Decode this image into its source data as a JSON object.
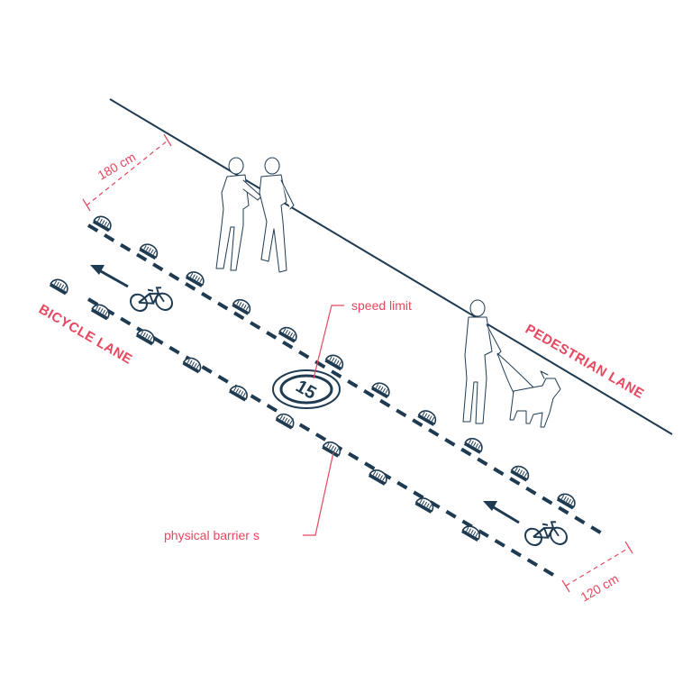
{
  "labels": {
    "speed_limit": "speed limit",
    "physical_barriers": "physical barrier s",
    "bicycle_lane": "BICYCLE LANE",
    "pedestrian_lane": "PEDESTRIAN LANE",
    "pedestrian_width": "180 cm",
    "bicycle_width": "120 cm",
    "speed_value": "15"
  },
  "colors": {
    "line": "#1f3b52",
    "accent": "#e8475f",
    "background": "#ffffff"
  },
  "icons": [
    "bicycle-icon",
    "arrow-icon",
    "speed-sign-icon",
    "curb-bump-icon",
    "pedestrian-figure",
    "dog-figure"
  ]
}
